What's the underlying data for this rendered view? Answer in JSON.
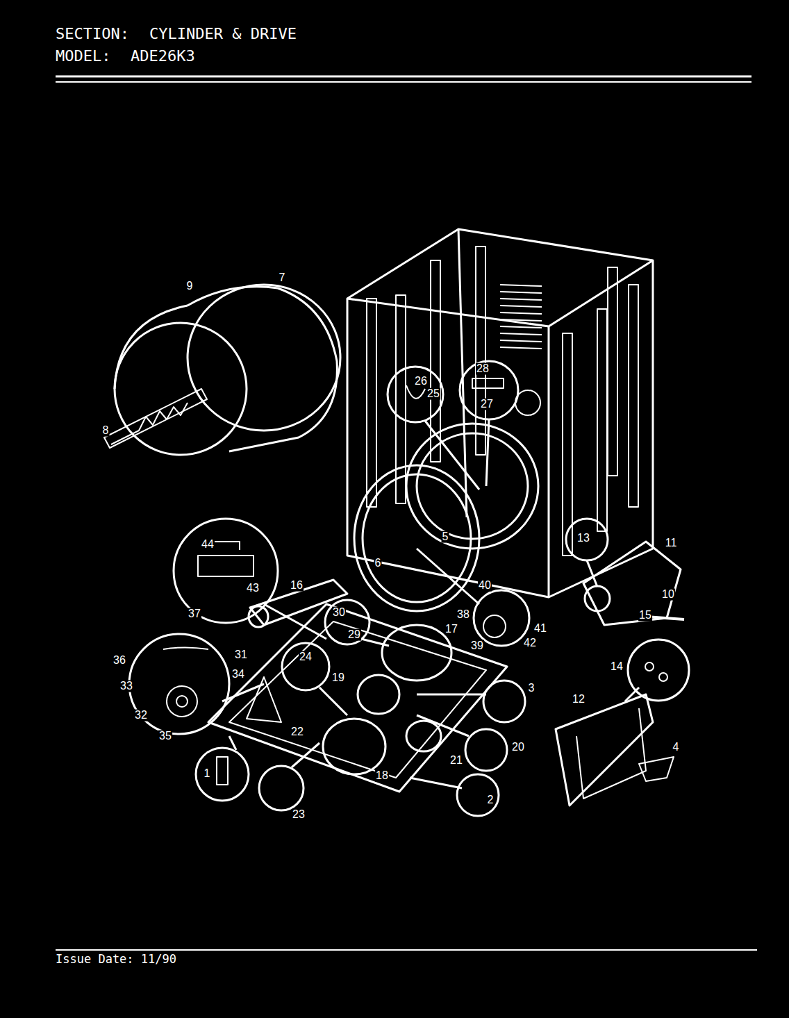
{
  "diagram": {
    "labels": [
      "SECTION:",
      "CYLINDER & DRIVE",
      "MODEL:",
      "ADE26K3",
      "Issue Date: 11/90",
      "7",
      "9",
      "8",
      "26",
      "25",
      "28",
      "27",
      "5",
      "6",
      "44",
      "43",
      "16",
      "13",
      "11",
      "10",
      "40",
      "38",
      "41",
      "42",
      "39",
      "15",
      "17",
      "30",
      "29",
      "37",
      "36",
      "31",
      "24",
      "19",
      "3",
      "33",
      "34",
      "14",
      "32",
      "12",
      "35",
      "22",
      "20",
      "4",
      "21",
      "1",
      "18",
      "2",
      "23"
    ]
  }
}
